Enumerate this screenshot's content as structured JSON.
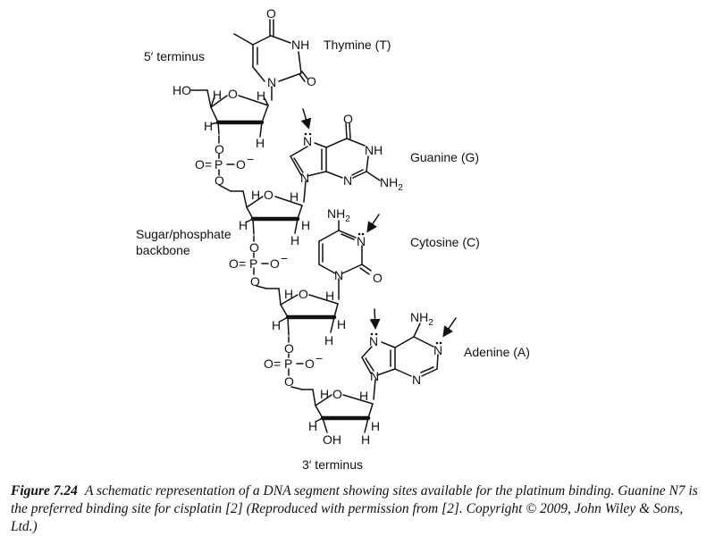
{
  "labels": {
    "five_prime": "5′ terminus",
    "three_prime": "3′ terminus",
    "thymine": "Thymine (T)",
    "guanine": "Guanine (G)",
    "cytosine": "Cytosine (C)",
    "adenine": "Adenine (A)",
    "backbone_line1": "Sugar/phosphate",
    "backbone_line2": "backbone"
  },
  "atoms": {
    "O": "O",
    "H": "H",
    "N": "N",
    "NH": "NH",
    "HO": "HO",
    "OH": "OH",
    "P": "P",
    "NH2": "NH",
    "sub2": "2",
    "minus": "−",
    "eq": "="
  },
  "caption": {
    "figure_number": "Figure 7.24",
    "text": "A schematic representation of a DNA segment showing sites available for the platinum binding. Guanine N7 is the preferred binding site for cisplatin [2] (Reproduced with permission from [2]. Copyright © 2009, John Wiley & Sons, Ltd.)"
  }
}
